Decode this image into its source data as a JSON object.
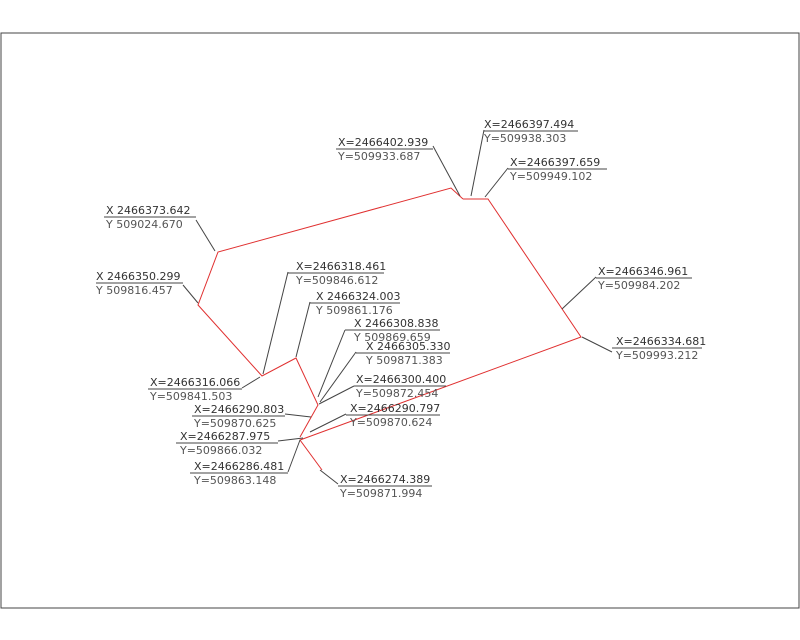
{
  "survey_points": [
    {
      "id": "p1",
      "x_label": "X=2466397.494",
      "y_label": "Y=509938.303"
    },
    {
      "id": "p2",
      "x_label": "X=2466402.939",
      "y_label": "Y=509933.687"
    },
    {
      "id": "p3",
      "x_label": "X=2466397.659",
      "y_label": "Y=509949.102"
    },
    {
      "id": "p4",
      "x_label": "X 2466373.642",
      "y_label": "Y 509024.670"
    },
    {
      "id": "p5",
      "x_label": "X 2466350.299",
      "y_label": "Y 509816.457"
    },
    {
      "id": "p6",
      "x_label": "X=2466318.461",
      "y_label": "Y=509846.612"
    },
    {
      "id": "p7",
      "x_label": "X 2466324.003",
      "y_label": "Y 509861.176"
    },
    {
      "id": "p8",
      "x_label": "X 2466308.838",
      "y_label": "Y 509869.659"
    },
    {
      "id": "p9",
      "x_label": "X 2466305.330",
      "y_label": "Y 509871.383"
    },
    {
      "id": "p10",
      "x_label": "X=2466346.961",
      "y_label": "Y=509984.202"
    },
    {
      "id": "p11",
      "x_label": "X=2466334.681",
      "y_label": "Y=509993.212"
    },
    {
      "id": "p12",
      "x_label": "X=2466316.066",
      "y_label": "Y=509841.503"
    },
    {
      "id": "p13",
      "x_label": "X=2466300.400",
      "y_label": "Y=509872.454"
    },
    {
      "id": "p14",
      "x_label": "X=2466290.803",
      "y_label": "Y=509870.625"
    },
    {
      "id": "p15",
      "x_label": "X=2466290.797",
      "y_label": "Y=509870.624"
    },
    {
      "id": "p16",
      "x_label": "X=2466287.975",
      "y_label": "Y=509866.032"
    },
    {
      "id": "p17",
      "x_label": "X=2466286.481",
      "y_label": "Y=509863.148"
    },
    {
      "id": "p18",
      "x_label": "X=2466274.389",
      "y_label": "Y=509871.994"
    }
  ],
  "colors": {
    "boundary": "#e03030",
    "leader": "#444444"
  }
}
